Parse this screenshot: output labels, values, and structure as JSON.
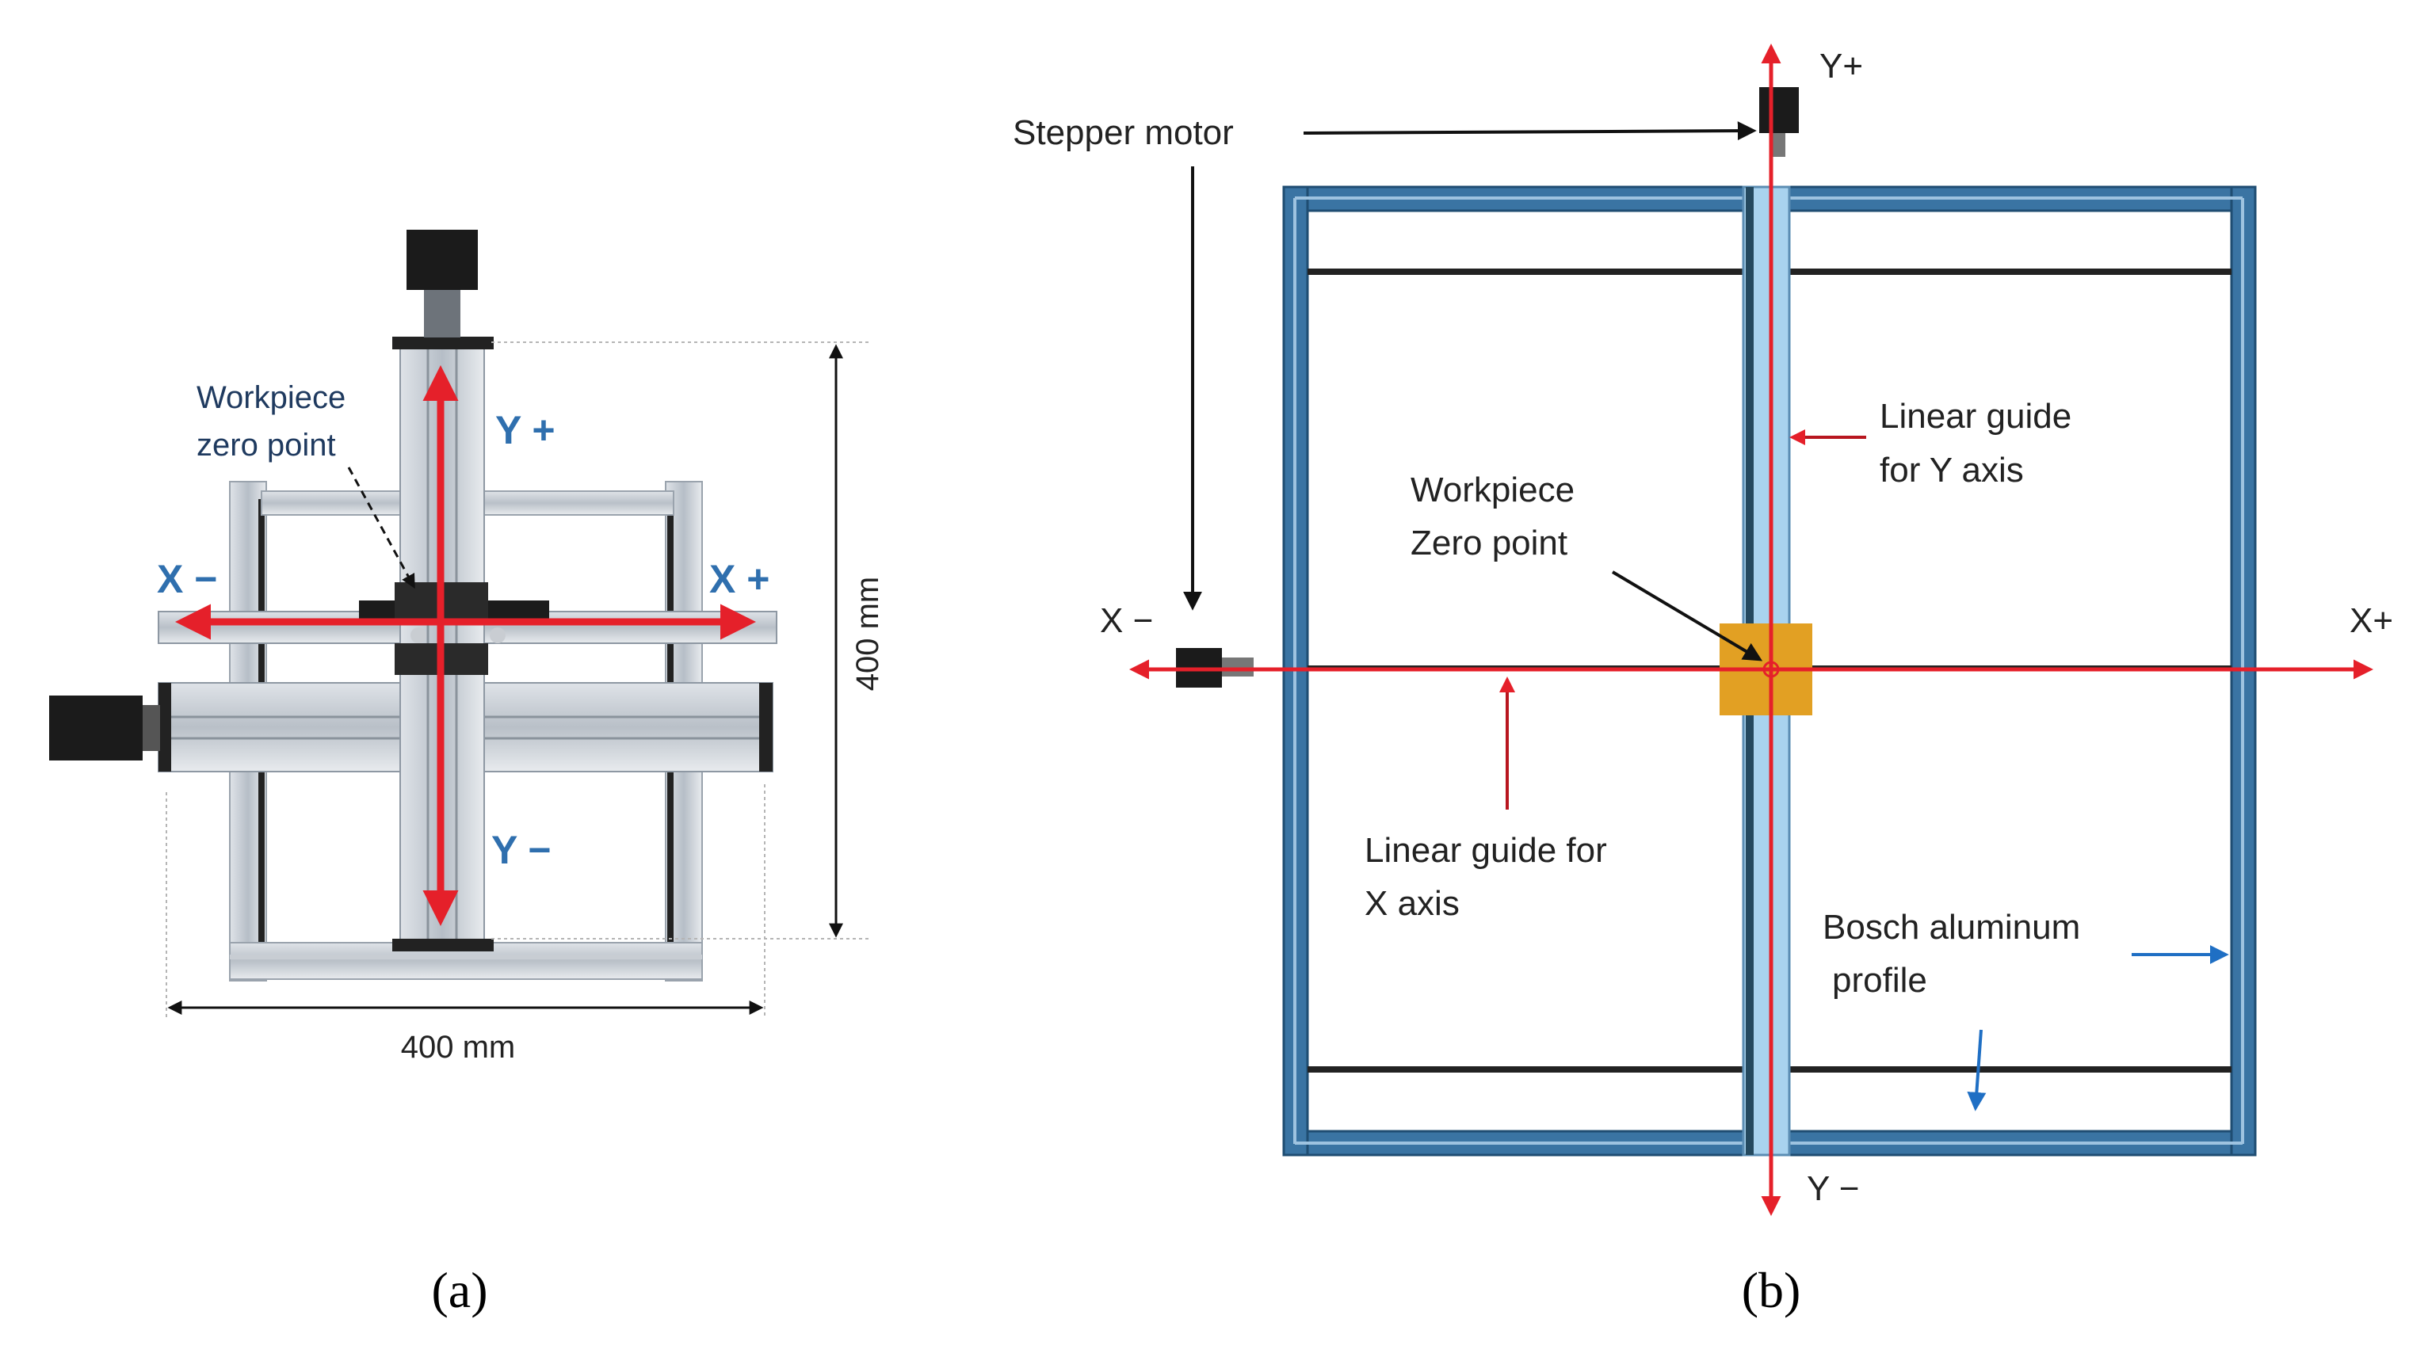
{
  "panel_a": {
    "caption": "(a)",
    "zero_label_line1": "Workpiece",
    "zero_label_line2": "zero point",
    "y_plus": "Y +",
    "y_minus": "Y −",
    "x_plus": "X +",
    "x_minus": "X −",
    "dim_vertical": "400 mm",
    "dim_horizontal": "400 mm"
  },
  "panel_b": {
    "caption": "(b)",
    "stepper_motor": "Stepper motor",
    "y_plus": "Y+",
    "y_minus": "Y −",
    "x_plus": "X+",
    "x_minus": "X −",
    "guide_y_line1": "Linear guide",
    "guide_y_line2": "for Y axis",
    "zero_line1": "Workpiece",
    "zero_line2": "Zero point",
    "guide_x_line1": "Linear guide for",
    "guide_x_line2": "X axis",
    "profile_line1": "Bosch aluminum",
    "profile_line2": "profile"
  },
  "colors": {
    "axis_red": "#e5202a",
    "frame_blue": "#2f6690",
    "slider_orange": "#e2a023",
    "label_blue": "#2f6fae"
  }
}
